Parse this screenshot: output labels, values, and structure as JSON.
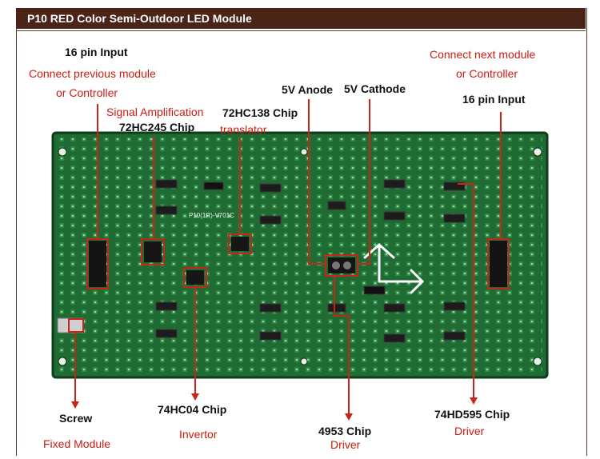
{
  "title": "P10 RED Color Semi-Outdoor LED Module",
  "board_silkscreen": "P10(1R)-V701C",
  "colors": {
    "header_bg": "#4a2416",
    "board": "#1f6b33",
    "callout": "#c8251a",
    "label_red": "#cc1a10"
  },
  "callouts": {
    "input_left": {
      "title": "16 pin Input",
      "line1": "Connect previous module",
      "line2": "or  Controller"
    },
    "chip_245": {
      "subtitle": "Signal Amplification",
      "title": "72HC245 Chip"
    },
    "chip_138": {
      "title": "72HC138 Chip",
      "subtitle": "translator"
    },
    "anode": {
      "title": "5V Anode"
    },
    "cathode": {
      "title": "5V Cathode"
    },
    "input_right": {
      "line1": "Connect next module",
      "line2": "or  Controller",
      "title": "16 pin Input"
    },
    "screw": {
      "title": "Screw",
      "subtitle": "Fixed Module"
    },
    "chip_04": {
      "title": "74HC04 Chip",
      "subtitle": "Invertor"
    },
    "chip_4953": {
      "title": "4953 Chip",
      "subtitle": "Driver"
    },
    "chip_595": {
      "title": "74HD595 Chip",
      "subtitle": "Driver"
    }
  }
}
